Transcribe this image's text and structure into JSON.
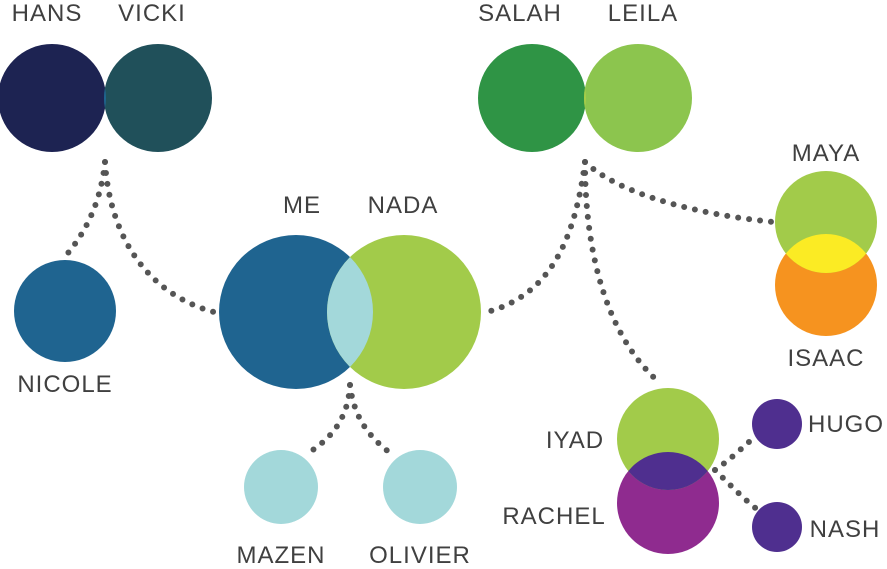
{
  "people": {
    "hans": "HANS",
    "vicki": "VICKI",
    "salah": "SALAH",
    "leila": "LEILA",
    "me": "ME",
    "nada": "NADA",
    "nicole": "NICOLE",
    "maya": "MAYA",
    "isaac": "ISAAC",
    "iyad": "IYAD",
    "rachel": "RACHEL",
    "hugo": "HUGO",
    "nash": "NASH",
    "mazen": "MAZEN",
    "olivier": "OLIVIER"
  },
  "colors": {
    "hans": "#1d2352",
    "vicki": "#20505a",
    "hans_vicki_overlap": "#1f6490",
    "salah": "#2f9445",
    "leila": "#8cc54e",
    "salah_leila_overlap": "#a7cd48",
    "me": "#1f6490",
    "nada": "#a2cb4a",
    "me_nada_overlap": "#a3d8da",
    "nicole": "#1f6490",
    "maya": "#a2cb4a",
    "isaac": "#f6931f",
    "maya_isaac_overlap": "#fbeb24",
    "iyad": "#a2cb4a",
    "rachel": "#8f2b8f",
    "iyad_rachel_overlap": "#4f2f8f",
    "hugo": "#4f2f8f",
    "nash": "#4f2f8f",
    "mazen": "#a3d8da",
    "olivier": "#a3d8da",
    "connector": "#555555",
    "label": "#404040"
  }
}
